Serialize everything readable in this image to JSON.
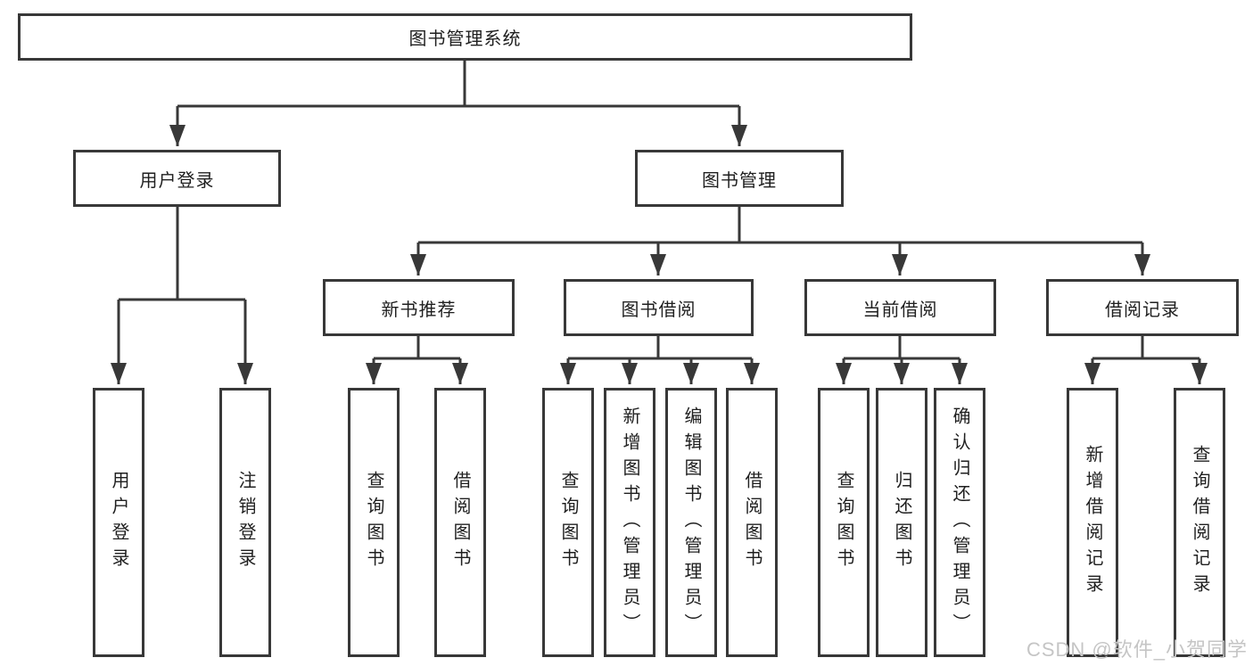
{
  "title": "图书管理系统",
  "level2": {
    "login": "用户登录",
    "manage": "图书管理"
  },
  "level3": {
    "newbook": "新书推荐",
    "borrow": "图书借阅",
    "current": "当前借阅",
    "records": "借阅记录"
  },
  "leaves": {
    "login": [
      "用户登录",
      "注销登录"
    ],
    "newbook": [
      "查询图书",
      "借阅图书"
    ],
    "borrow": [
      "查询图书",
      "新增图书（管理员）",
      "编辑图书（管理员）",
      "借阅图书"
    ],
    "current": [
      "查询图书",
      "归还图书",
      "确认归还（管理员）"
    ],
    "records": [
      "新增借阅记录",
      "查询借阅记录"
    ]
  },
  "watermark": "CSDN @软件_小贺同学",
  "colors": {
    "line": "#383838",
    "text": "#1f1f1f",
    "watermark": "#c5c5c5",
    "background": "#ffffff"
  }
}
